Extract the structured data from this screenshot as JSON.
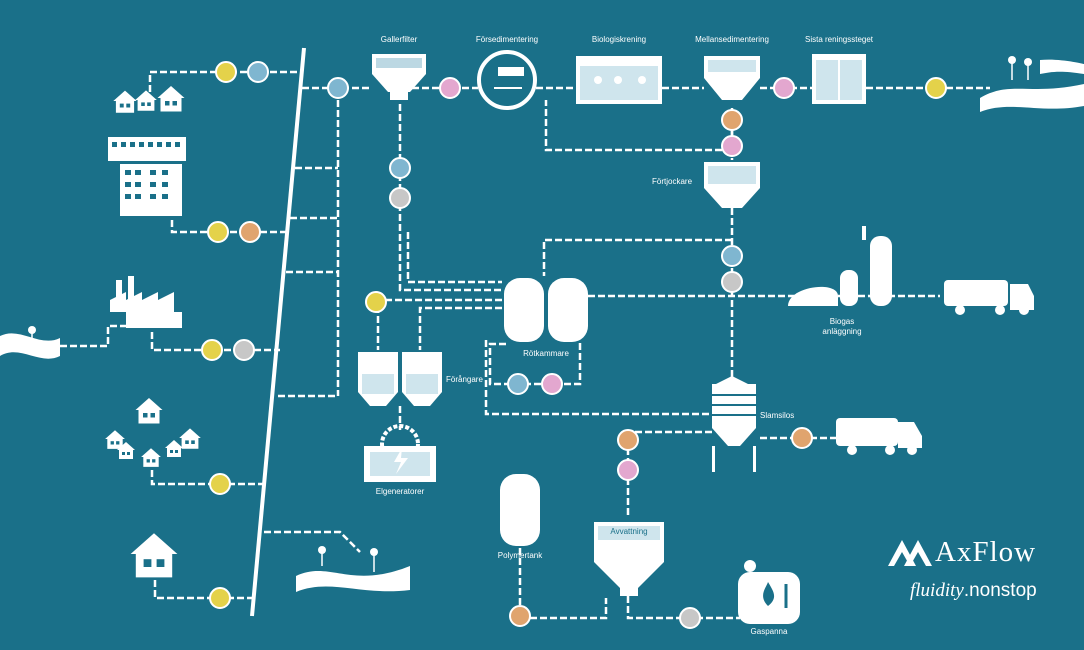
{
  "labels": {
    "gallerfilter": "Gallerfilter",
    "forsedimentering": "Försedimentering",
    "biologiskrening": "Biologiskrening",
    "mellansedimentering": "Mellansedimentering",
    "sista_reningssteget": "Sista reningssteget",
    "fortjockare": "Förtjockare",
    "biogas_line1": "Biogas",
    "biogas_line2": "anläggning",
    "rotkammare": "Rötkammare",
    "forangare": "Förångare",
    "slamsilos": "Slamsilos",
    "elgeneratorer": "Elgeneratorer",
    "polymertank": "Polymertank",
    "avvattning": "Avvattning",
    "gaspanna": "Gaspanna"
  },
  "brand": {
    "name": "AxFlow",
    "tagline_italic": "fluidity",
    "tagline_rest": ".nonstop"
  },
  "colors": {
    "background": "#1a7089",
    "line": "#ffffff",
    "pump_yellow": "#e4d24a",
    "pump_orange": "#e0a46e",
    "pump_pink": "#e3a7cf",
    "pump_blue": "#7fb6d0",
    "pump_gray": "#c7c7c7"
  }
}
